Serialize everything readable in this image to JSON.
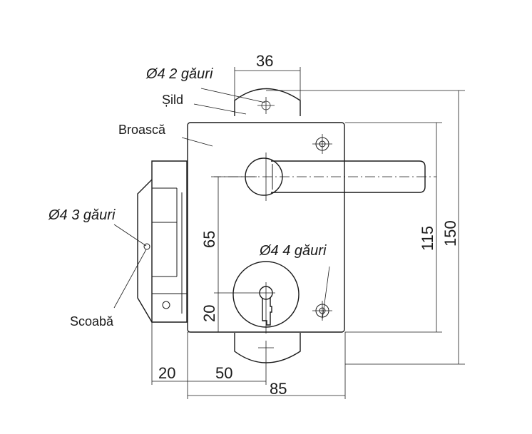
{
  "labels": {
    "holes_sild": "Ø4  2 găuri",
    "sild": "Șild",
    "broasca": "Broască",
    "holes_scoaba": "Ø4  3 găuri",
    "holes_broasca": "Ø4  4 găuri",
    "scoaba": "Scoabă"
  },
  "dimensions": {
    "top_width": "36",
    "height_65": "65",
    "height_20": "20",
    "height_115": "115",
    "height_150": "150",
    "width_20": "20",
    "width_50": "50",
    "width_85": "85"
  }
}
